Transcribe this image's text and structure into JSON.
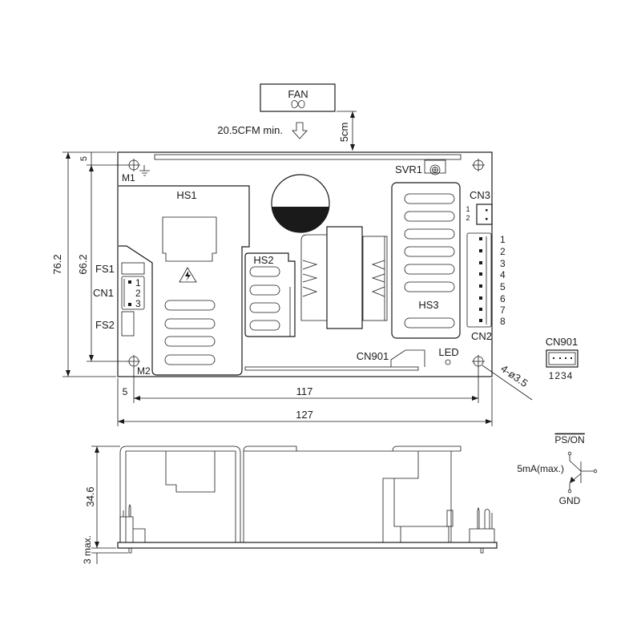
{
  "fan": {
    "label": "FAN",
    "airflow": "20.5CFM min.",
    "clearance": "5cm"
  },
  "components": {
    "m1": "M1",
    "m2": "M2",
    "hs1": "HS1",
    "hs2": "HS2",
    "hs3": "HS3",
    "fs1": "FS1",
    "fs2": "FS2",
    "cn1": "CN1",
    "svr1": "SVR1",
    "cn3": "CN3",
    "cn2": "CN2",
    "cn901": "CN901",
    "led": "LED"
  },
  "cn1_pins": [
    "1",
    "2",
    "3"
  ],
  "cn3_pins": [
    "1",
    "2"
  ],
  "cn2_pins": [
    "1",
    "2",
    "3",
    "4",
    "5",
    "6",
    "7",
    "8"
  ],
  "cn901_detail": {
    "label": "CN901",
    "pins": "1234"
  },
  "holes": "4-ø3.5",
  "dimensions": {
    "height_total": "76.2",
    "height_holes": "66.2",
    "top_offset": "5",
    "left_offset": "5",
    "hole_span": "117",
    "width_total": "127",
    "side_height": "34.6",
    "pin_length": "3 max."
  },
  "ps_on": {
    "signal": "PS/ON",
    "current": "5mA(max.)",
    "ground": "GND"
  }
}
